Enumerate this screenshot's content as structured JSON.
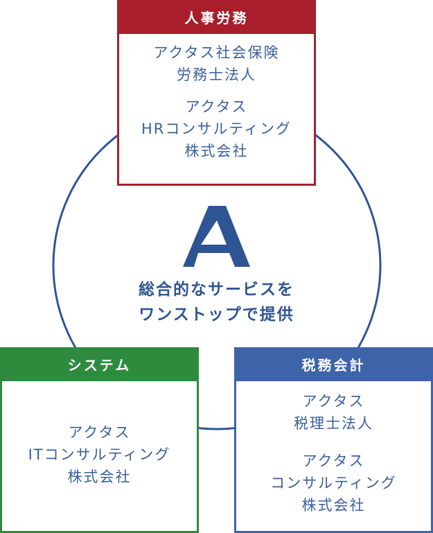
{
  "colors": {
    "hr": "#a81e2d",
    "system": "#2e8b3e",
    "tax": "#3e63a8",
    "circle": "#2f5597",
    "text": "#3a5f9e"
  },
  "hr_box": {
    "title": "人事労務",
    "orgs": [
      {
        "lines": [
          "アクタス社会保険",
          "労務士法人"
        ]
      },
      {
        "lines": [
          "アクタス",
          "HRコンサルティング",
          "株式会社"
        ]
      }
    ]
  },
  "system_box": {
    "title": "システム",
    "orgs": [
      {
        "lines": [
          "アクタス",
          "ITコンサルティング",
          "株式会社"
        ]
      }
    ]
  },
  "tax_box": {
    "title": "税務会計",
    "orgs": [
      {
        "lines": [
          "アクタス",
          "税理士法人"
        ]
      },
      {
        "lines": [
          "アクタス",
          "コンサルティング",
          "株式会社"
        ]
      }
    ]
  },
  "center": {
    "logo": "actus-logo",
    "lines": [
      "総合的なサービスを",
      "ワンストップで提供"
    ]
  }
}
